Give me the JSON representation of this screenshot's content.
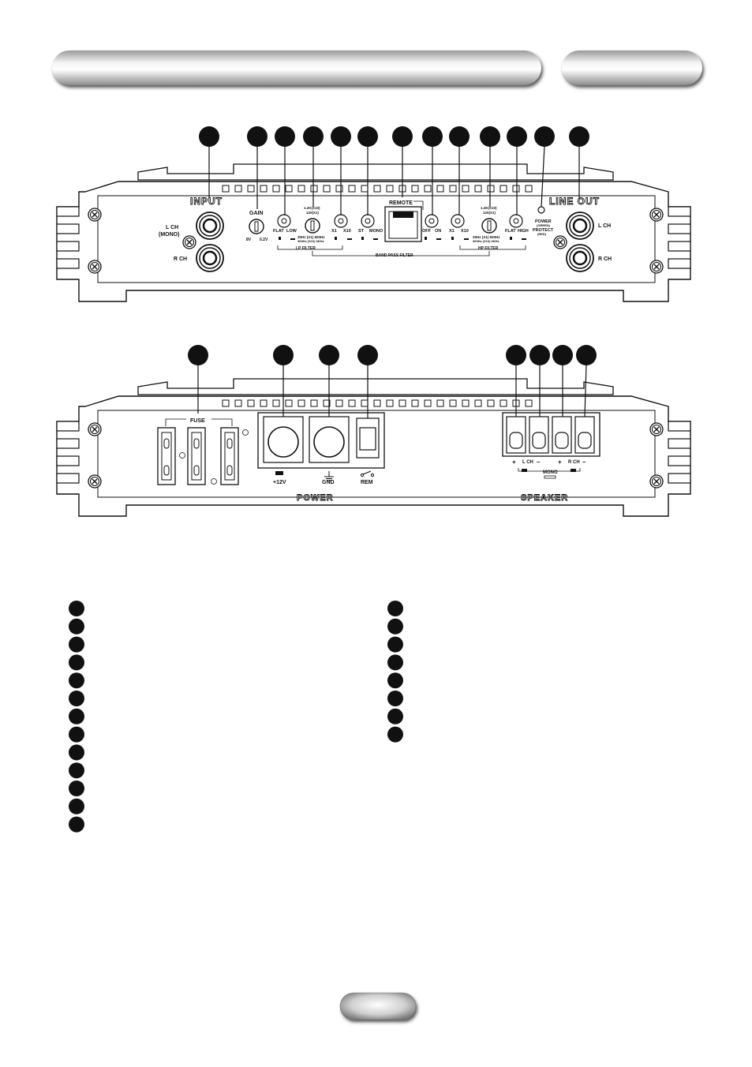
{
  "header": {
    "left_bar_text": "",
    "right_bar_text": ""
  },
  "front_panel": {
    "input_title": "INPUT",
    "line_out_title": "LINE OUT",
    "l_ch_mono_1": "L CH",
    "l_ch_mono_2": "(MONO)",
    "r_ch": "R CH",
    "gain": "GAIN",
    "gain_min": "8V",
    "gain_max": "0.2V",
    "flat": "FLAT",
    "low": "LOW",
    "lp_top_1": "1.2K(X10)",
    "lp_top_2": "120(X1)",
    "lp_range_1": "30Hz (X1) 600Hz",
    "lp_range_2": "300Hz (X10) 6KHz",
    "x1_a": "X1",
    "x10_a": "X10",
    "st": "ST",
    "mono": "MONO",
    "lp_filter": "LP FILTER",
    "remote": "REMOTE",
    "band_pass_filter": "BAND PASS FILTER",
    "off": "OFF",
    "on": "ON",
    "x1_b": "X1",
    "x10_b": "X10",
    "hp_top_1": "1.2K(X10)",
    "hp_top_2": "120(X1)",
    "hp_range_1": "30Hz (X1) 600Hz",
    "hp_range_2": "300Hz (X10) 6KHz",
    "hp_filter": "HP FILTER",
    "flat_b": "FLAT",
    "high": "HIGH",
    "power_1": "POWER",
    "power_2": "(GREEN)",
    "protect_1": "PROTECT",
    "protect_2": "(RED)",
    "out_l_ch": "L CH",
    "out_r_ch": "R CH"
  },
  "rear_panel": {
    "fuse": "FUSE",
    "plus12v": "+12V",
    "gnd": "GND",
    "rem": "REM",
    "power_title": "POWER",
    "speaker_title": "SPEAKER",
    "l_ch": "L CH",
    "r_ch": "R CH",
    "mono": "MONO",
    "plus": "+",
    "minus": "–"
  },
  "legend": {
    "left_count": 13,
    "right_count": 8
  },
  "page_number": ""
}
